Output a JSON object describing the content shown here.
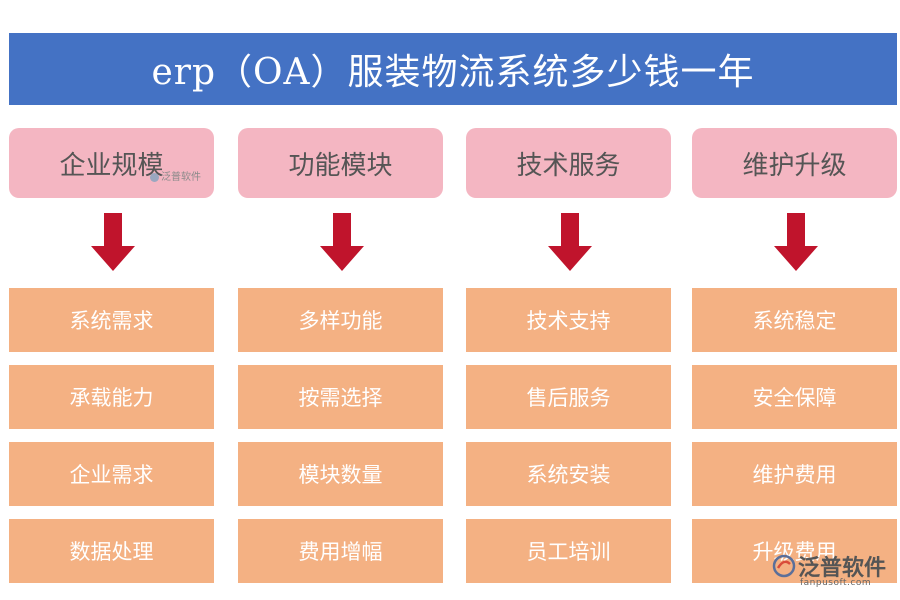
{
  "title": "erp（OA）服装物流系统多少钱一年",
  "columns": [
    {
      "heading": "企业规模",
      "items": [
        "系统需求",
        "承载能力",
        "企业需求",
        "数据处理"
      ]
    },
    {
      "heading": "功能模块",
      "items": [
        "多样功能",
        "按需选择",
        "模块数量",
        "费用增幅"
      ]
    },
    {
      "heading": "技术服务",
      "items": [
        "技术支持",
        "售后服务",
        "系统安装",
        "员工培训"
      ]
    },
    {
      "heading": "维护升级",
      "items": [
        "系统稳定",
        "安全保障",
        "维护费用",
        "升级费用"
      ]
    }
  ],
  "watermark": {
    "brand": "泛普软件",
    "url": "fanpusoft.com"
  },
  "colors": {
    "title_bg": "#4472c4",
    "heading_bg": "#f4b6c2",
    "cell_bg": "#f4b183",
    "arrow": "#c0142c"
  }
}
